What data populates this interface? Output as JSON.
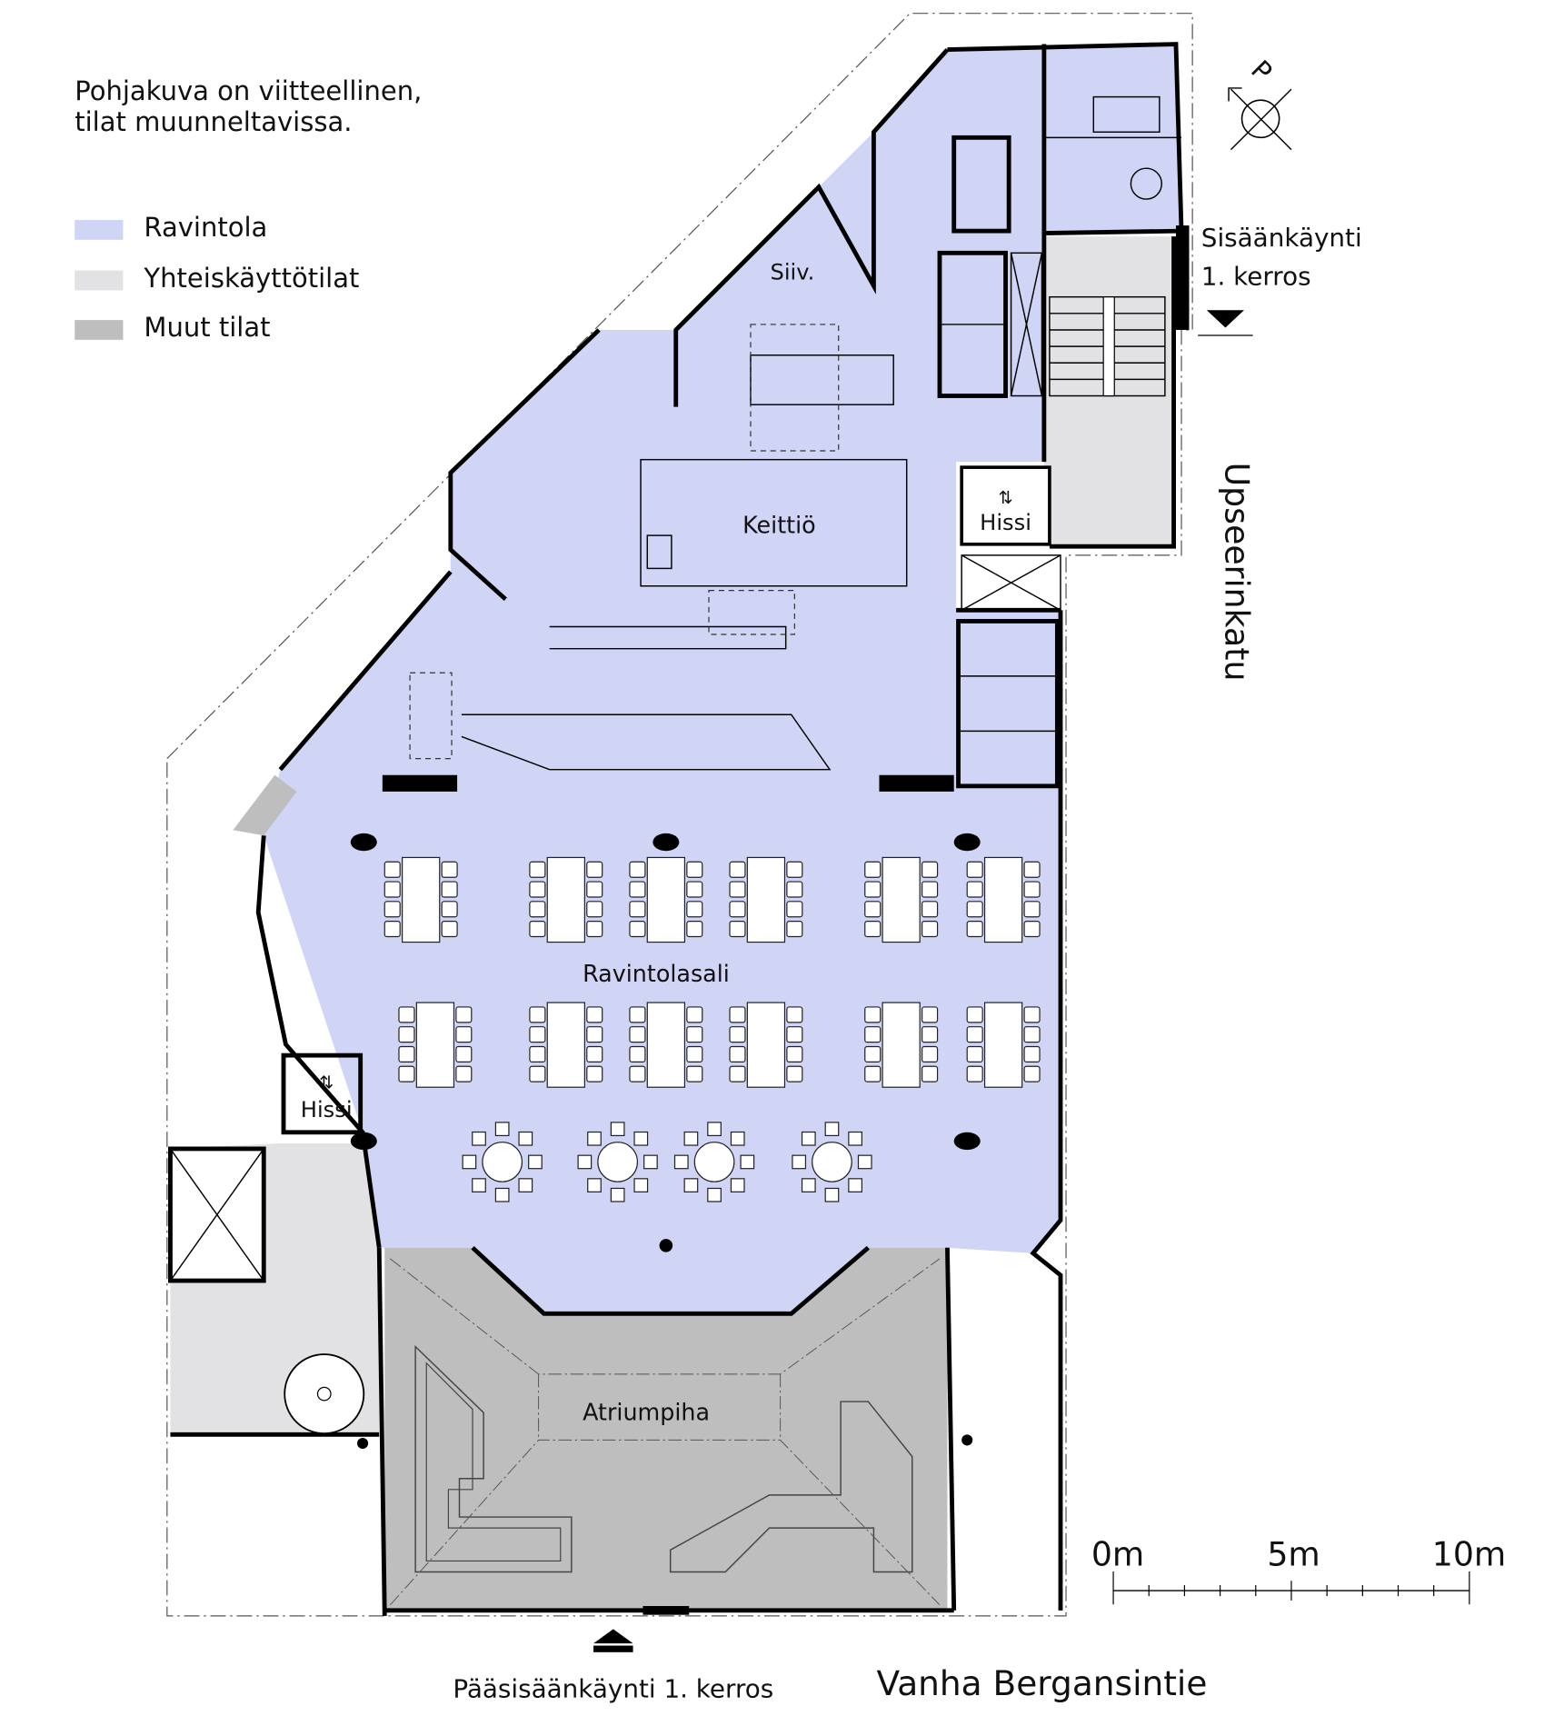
{
  "note": [
    "Pohjakuva on viitteellinen,",
    "tilat muunneltavissa."
  ],
  "legend": [
    {
      "label": "Ravintola",
      "color": "#d0d4f5"
    },
    {
      "label": "Yhteiskäyttötilat",
      "color": "#e2e2e4"
    },
    {
      "label": "Muut tilat",
      "color": "#bebebe"
    }
  ],
  "rooms": {
    "kitchen": "Keittiö",
    "dining": "Ravintolasali",
    "atrium": "Atriumpiha",
    "elevator_right": "Hissi",
    "elevator_left": "Hissi",
    "cleaning": "Siiv."
  },
  "entrances": {
    "side_line1": "Sisäänkäynti",
    "side_line2": "1. kerros",
    "main": "Pääsisäänkäynti 1. kerros"
  },
  "streets": {
    "east": "Upseerinkatu",
    "south": "Vanha Bergansintie"
  },
  "compass": {
    "label": "P",
    "icon": "north-arrow-icon"
  },
  "scale": {
    "labels": [
      "0m",
      "5m",
      "10m"
    ],
    "max_m": 10,
    "ticks": 10
  }
}
